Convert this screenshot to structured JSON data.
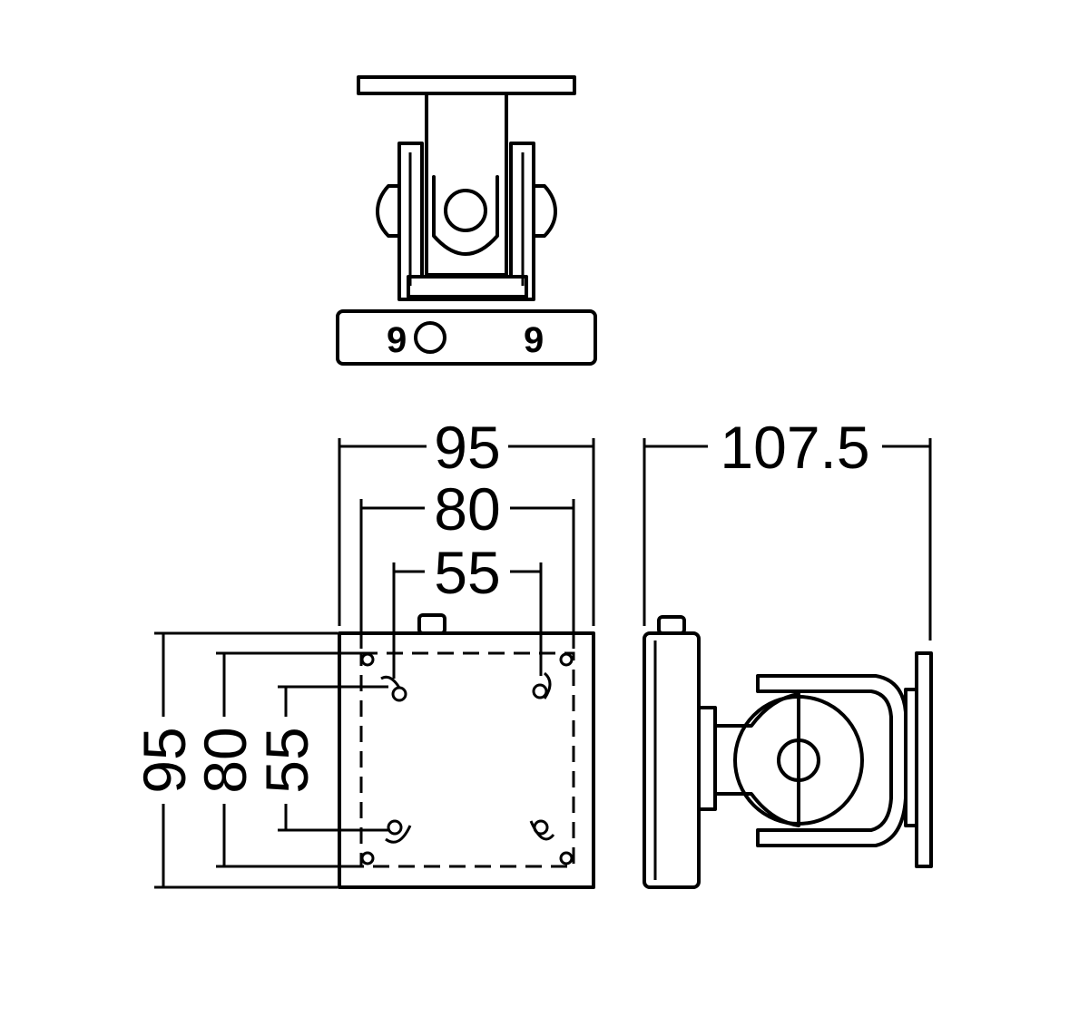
{
  "diagram": {
    "front_width": "95",
    "front_hole_outer": "80",
    "front_hole_inner": "55",
    "front_height": "95",
    "front_height_outer_holes": "80",
    "front_height_inner_holes": "55",
    "side_depth": "107.5"
  }
}
